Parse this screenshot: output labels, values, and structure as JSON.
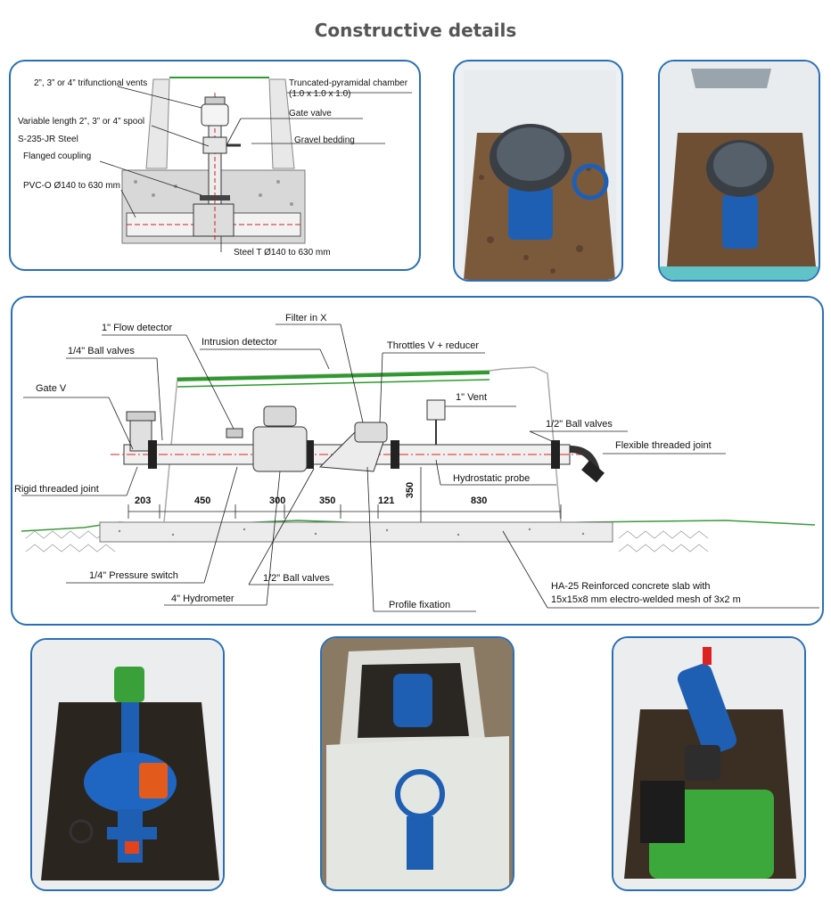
{
  "page": {
    "title": "Constructive details"
  },
  "top_diagram": {
    "labels": {
      "vents": "2”, 3” or 4” trifunctional vents",
      "chamber": "Truncated-pyramidal chamber (1.0 x 1.0 x 1.0)",
      "spool": "Variable length 2”, 3” or 4” spool",
      "steel": "S-235-JR Steel",
      "gate_valve": "Gate valve",
      "gravel": "Gravel bedding",
      "flanged": "Flanged coupling",
      "pvc": "PVC-O Ø140 to 630 mm",
      "steel_t": "Steel T Ø140 to 630 mm"
    }
  },
  "main_diagram": {
    "labels": {
      "flow_detector": "1\" Flow detector",
      "filter": "Filter in X",
      "intrusion": "Intrusion detector",
      "ball_quarter": "1/4\" Ball valves",
      "throttles": "Throttles V + reducer",
      "gate_v": "Gate V",
      "vent": "1\" Vent",
      "ball_half_right": "1/2\" Ball valves",
      "flexible": "Flexible threaded joint",
      "rigid": "Rigid threaded joint",
      "hydrostatic": "Hydrostatic probe",
      "pressure_switch": "1/4\" Pressure switch",
      "ball_half_bottom": "1/2\" Ball valves",
      "hydrometer": "4\" Hydrometer",
      "profile": "Profile fixation",
      "slab_line1": "HA-25 Reinforced concrete slab with",
      "slab_line2": "15x15x8 mm electro-welded mesh of 3x2 m"
    },
    "dimensions": [
      "203",
      "450",
      "300",
      "350",
      "121",
      "830",
      "350"
    ]
  }
}
